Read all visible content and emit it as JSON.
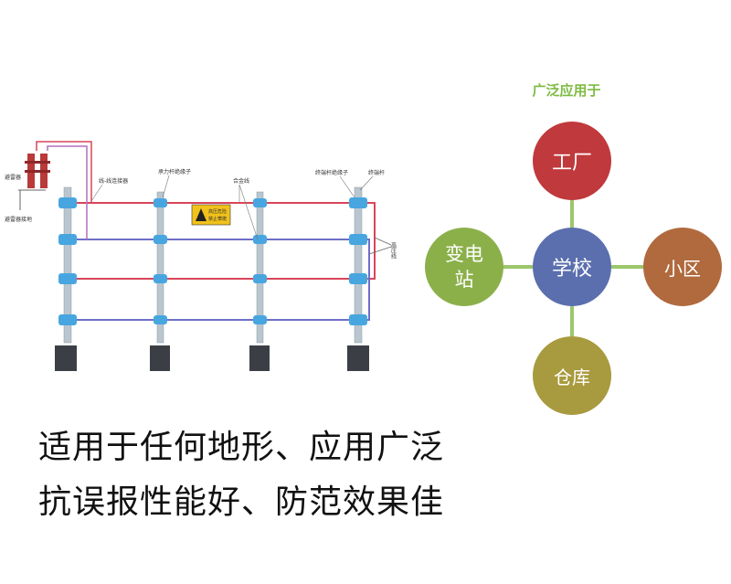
{
  "fence_labels": {
    "arrester": "避雷器",
    "arrester_ground": "避雷器接地",
    "wire_connector": "线-线连接器",
    "bearing_insulator": "承力杆绝缘子",
    "alloy_wire": "合金线",
    "terminal_insulator": "终端杆绝缘子",
    "terminal_pole": "终端杆",
    "hv_wire": "高压线",
    "warning_line1": "高压危险",
    "warning_line2": "禁止攀爬"
  },
  "captions": {
    "line1": "适用于任何地形、应用广泛",
    "line2": "抗误报性能好、防范效果佳"
  },
  "applications": {
    "title": "广泛应用于",
    "center": "学校",
    "top": "工厂",
    "right": "小区",
    "bottom": "仓库",
    "left": "变电站"
  },
  "colors": {
    "title": "#7dbb42",
    "center": "#5b6fae",
    "top": "#c0393c",
    "right": "#b06a3e",
    "bottom": "#a89a3e",
    "left": "#8bb04a",
    "connector": "#9bc76a",
    "red_wire": "#d9455a",
    "blue_wire": "#6e6fc8",
    "insulator": "#47a6e0"
  }
}
